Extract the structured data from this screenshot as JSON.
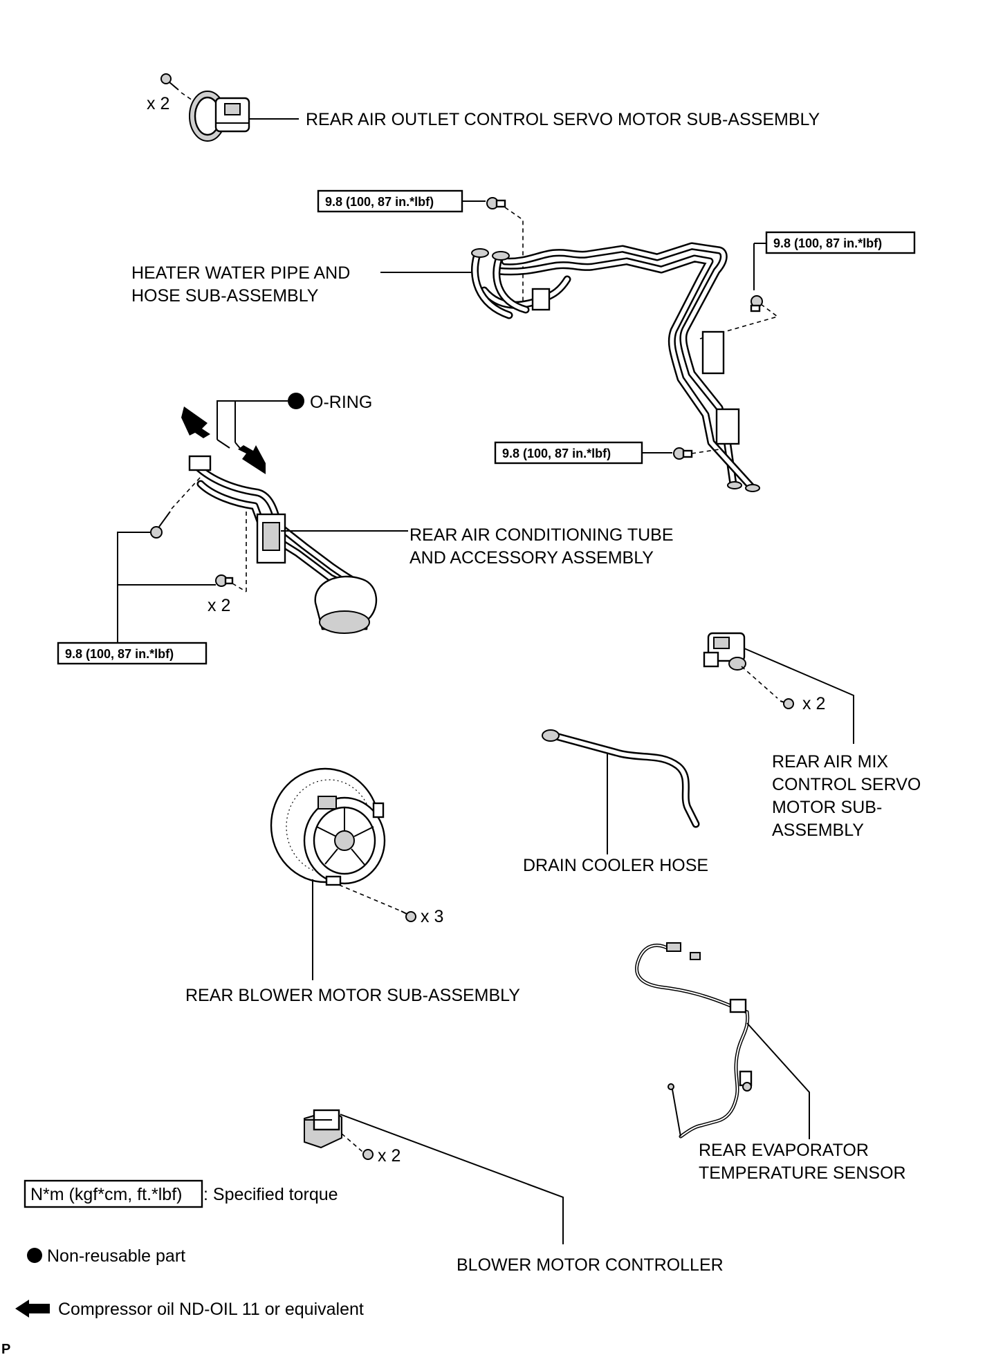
{
  "parts": {
    "rear_air_outlet_servo": "REAR AIR OUTLET CONTROL SERVO MOTOR SUB-ASSEMBLY",
    "heater_pipe_line1": "HEATER WATER PIPE AND",
    "heater_pipe_line2": "HOSE SUB-ASSEMBLY",
    "o_ring": "O-RING",
    "rear_ac_tube_line1": "REAR AIR CONDITIONING TUBE",
    "rear_ac_tube_line2": "AND ACCESSORY ASSEMBLY",
    "air_mix_line1": "REAR AIR MIX",
    "air_mix_line2": "CONTROL SERVO",
    "air_mix_line3": "MOTOR SUB-",
    "air_mix_line4": "ASSEMBLY",
    "drain_hose": "DRAIN COOLER HOSE",
    "rear_blower_motor": "REAR BLOWER MOTOR SUB-ASSEMBLY",
    "evap_sensor_line1": "REAR EVAPORATOR",
    "evap_sensor_line2": "TEMPERATURE SENSOR",
    "blower_controller": "BLOWER MOTOR CONTROLLER"
  },
  "torque": {
    "t1": "9.8 (100, 87 in.*lbf)",
    "t2": "9.8 (100, 87 in.*lbf)",
    "t3": "9.8 (100, 87 in.*lbf)",
    "t4": "9.8 (100, 87 in.*lbf)"
  },
  "qty": {
    "outlet_servo": "x 2",
    "ac_tube": "x 2",
    "air_mix": "x 2",
    "blower_motor": "x 3",
    "controller": "x 2"
  },
  "legend": {
    "torque_box": "N*m (kgf*cm, ft.*lbf)",
    "torque_desc": ": Specified torque",
    "non_reusable": "Non-reusable part",
    "oil": "Compressor oil ND-OIL 11 or equivalent"
  },
  "corner_mark": "P"
}
